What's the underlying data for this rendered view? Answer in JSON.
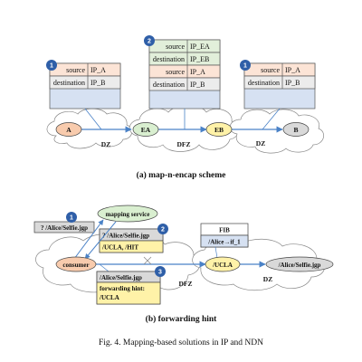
{
  "part_a": {
    "header_left": [
      {
        "label": "source",
        "value": "IP_A"
      },
      {
        "label": "destination",
        "value": "IP_B"
      }
    ],
    "header_middle": [
      {
        "label": "source",
        "value": "IP_EA"
      },
      {
        "label": "destination",
        "value": "IP_EB"
      },
      {
        "label": "source",
        "value": "IP_A"
      },
      {
        "label": "destination",
        "value": "IP_B"
      }
    ],
    "header_right": [
      {
        "label": "source",
        "value": "IP_A"
      },
      {
        "label": "destination",
        "value": "IP_B"
      }
    ],
    "badges": [
      "1",
      "2",
      "1"
    ],
    "nodes": [
      "A",
      "EA",
      "EB",
      "B"
    ],
    "zones": [
      "DZ",
      "DFZ",
      "DZ"
    ],
    "caption": "(a) map-n-encap scheme"
  },
  "part_b": {
    "mapping_service": "mapping service",
    "query": "? /Alice/Selfie.jgp",
    "reply": "? /Alice/Selfie.jgp",
    "reply_hint": "/UCLA, /HIT",
    "fib_title": "FIB",
    "fib_entry": "/Alice→if_1",
    "consumer": "consumer",
    "ucla": "/UCLA",
    "producer": "/Alice/Selfie.jgp",
    "interest_name": "/Alice/Selfie.jgp",
    "interest_hint_label": "forwarding hint:",
    "interest_hint_value": "/UCLA",
    "zones": [
      "DFZ",
      "DZ"
    ],
    "badges": [
      "1",
      "2",
      "3"
    ],
    "caption": "(b) forwarding hint"
  },
  "figure_caption": "Fig. 4.   Mapping-based solutions in IP and NDN",
  "colors": {
    "blue_badge": "#2f5fa8",
    "header_orange": "#fce4d6",
    "header_green": "#e2efda",
    "header_blue": "#d6e1f2",
    "header_gray": "#ececec",
    "node_pink": "#f8cbad",
    "node_green": "#d9efd0",
    "node_yellow": "#fff2a8",
    "node_gray": "#d9d9d9",
    "arrow_blue": "#4a82c7"
  }
}
